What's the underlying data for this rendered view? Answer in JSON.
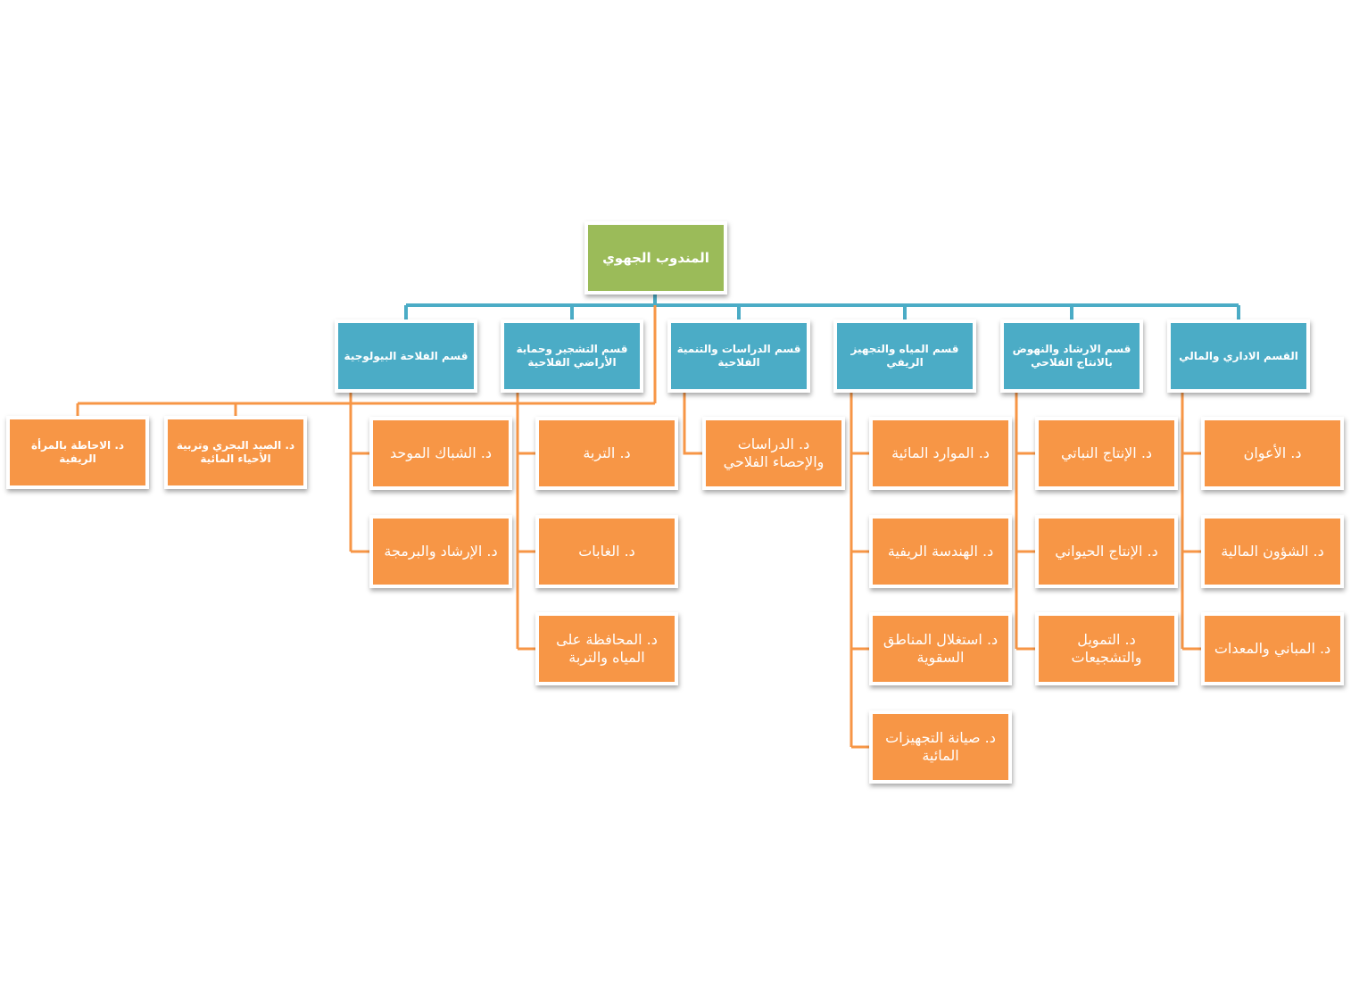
{
  "root": {
    "label": "المندوب الجهوي"
  },
  "departments": [
    {
      "label": "القسم الاداري والمالي"
    },
    {
      "label": "قسم الارشاد والنهوض بالانتاج الفلاحي"
    },
    {
      "label": "قسم المياه والتجهيز الريفي"
    },
    {
      "label": "قسم الدراسات والتنمية الفلاحية"
    },
    {
      "label": "قسم التشجير وحماية الأراضي الفلاحية"
    },
    {
      "label": "قسم الفلاحة البيولوجية"
    }
  ],
  "units": {
    "admin": [
      "د. الأعوان",
      "د. الشؤون المالية",
      "د. المباني والمعدات"
    ],
    "extension": [
      "د. الإنتاج النباتي",
      "د. الإنتاج الحيواني",
      "د. التمويل والتشجيعات"
    ],
    "water": [
      "د. الموارد المائية",
      "د. الهندسة الريفية",
      "د. استغلال المناطق السقوية",
      "د. صيانة التجهيزات المائية"
    ],
    "studies": [
      "د. الدراسات والإحصاء الفلاحي"
    ],
    "forestry": [
      "د. التربة",
      "د. الغابات",
      "د. المحافظة على المياه والتربة"
    ],
    "bio": [
      "د. الشباك الموحد",
      "د. الإرشاد والبرمجة"
    ],
    "direct": [
      "د. الصيد البحري وتربية الأحياء المائية",
      "د. الاحاطة بالمرأة الريفية"
    ]
  }
}
